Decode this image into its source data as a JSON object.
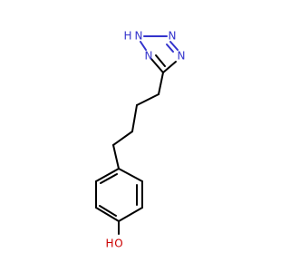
{
  "molecule": {
    "atoms": {
      "n_h": "N",
      "h_on_n": "H",
      "n_top": "N",
      "n_right": "N",
      "n_left": "N",
      "oh_h": "H",
      "oh_o": "O"
    },
    "colors": {
      "carbon_bond": "#000000",
      "nitrogen": "#3333cc",
      "oxygen": "#cc0000"
    }
  }
}
